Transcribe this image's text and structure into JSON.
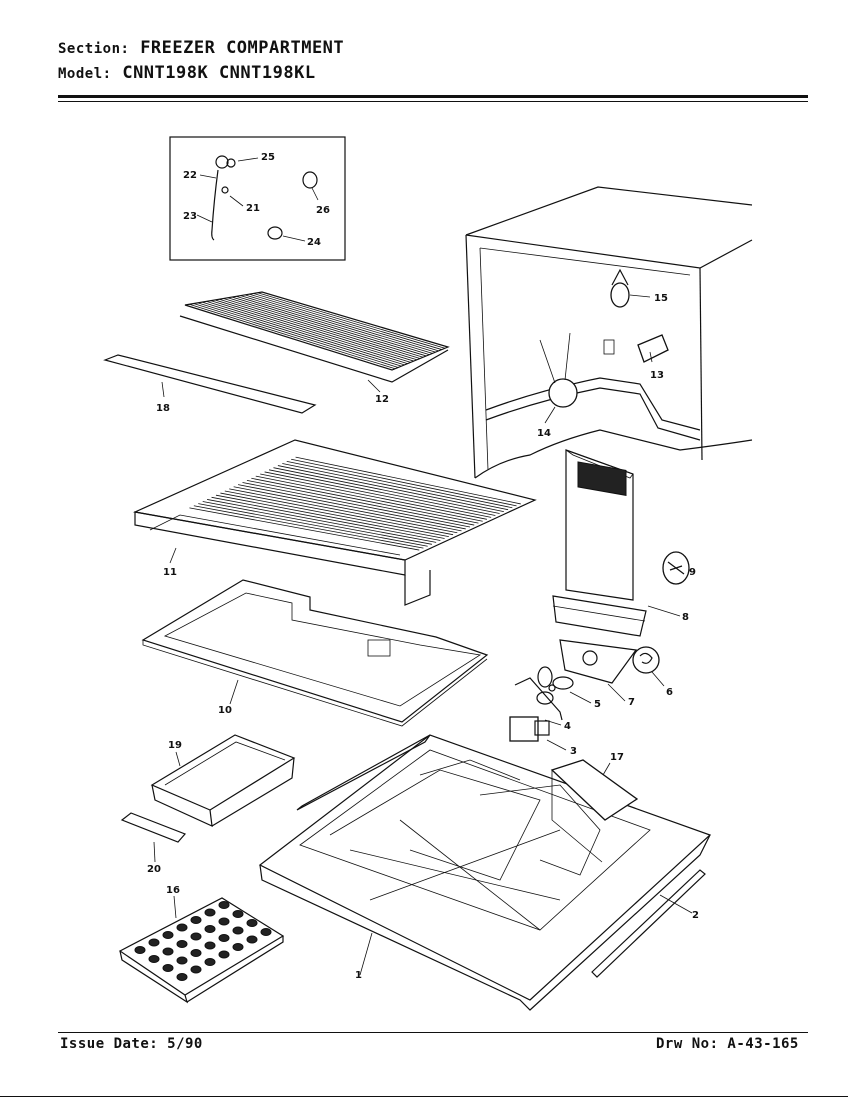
{
  "header": {
    "section_key": "Section:",
    "section_value": "FREEZER COMPARTMENT",
    "model_key": "Model:",
    "model_value": "CNNT198K  CNNT198KL"
  },
  "footer": {
    "issue_date": "Issue Date: 5/90",
    "drawing_no": "Drw No: A-43-165"
  },
  "callouts": [
    "1",
    "2",
    "3",
    "4",
    "5",
    "6",
    "7",
    "8",
    "9",
    "10",
    "11",
    "12",
    "13",
    "14",
    "15",
    "16",
    "17",
    "18",
    "19",
    "20",
    "21",
    "22",
    "23",
    "24",
    "25",
    "26"
  ]
}
